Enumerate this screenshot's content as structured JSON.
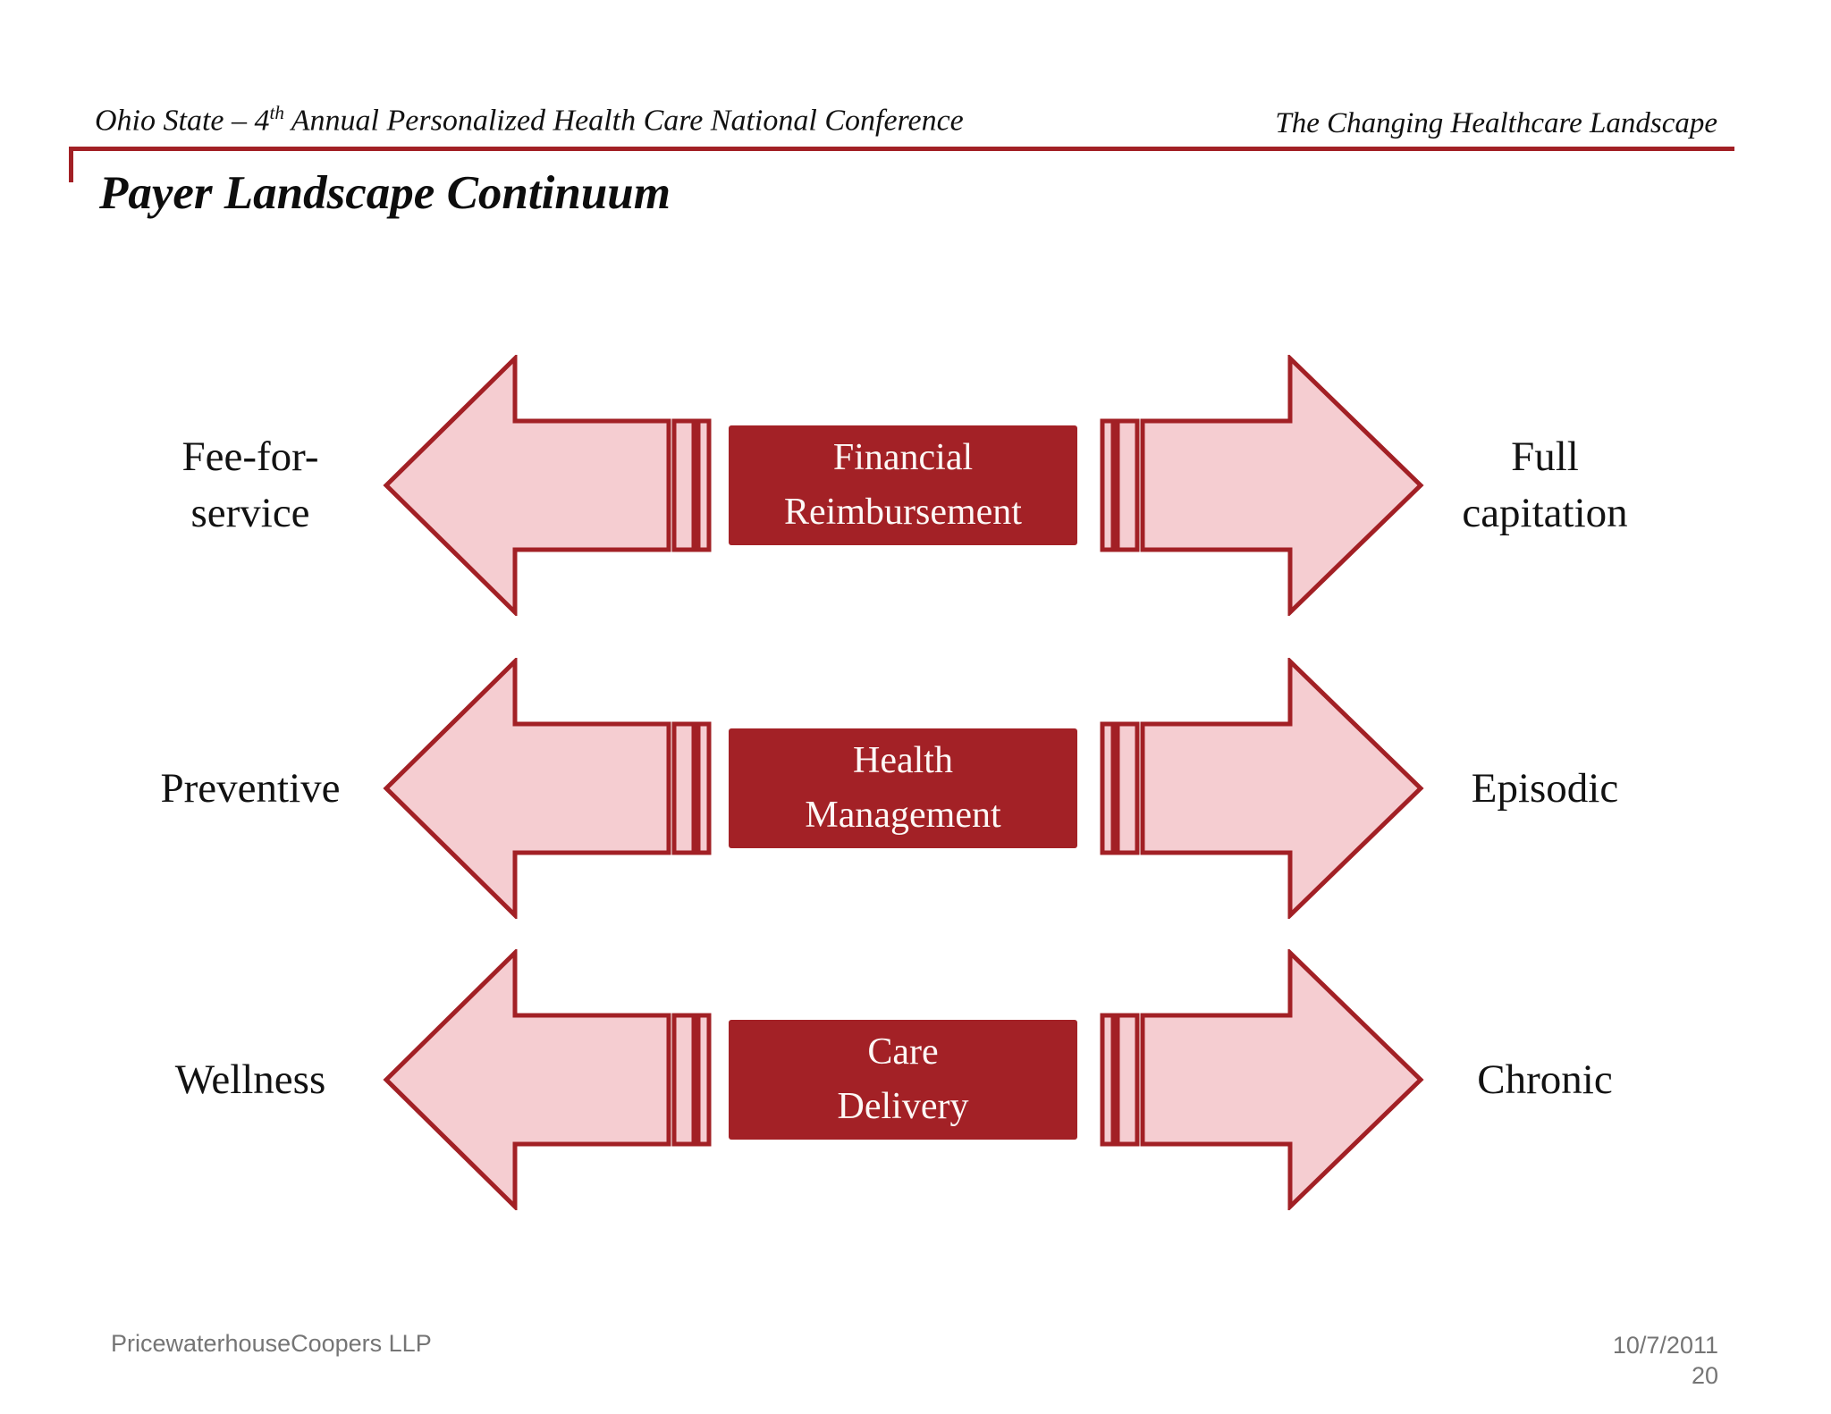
{
  "header": {
    "left_prefix": "Ohio State – 4",
    "left_sup": "th",
    "left_suffix": " Annual Personalized Health Care National Conference",
    "right": "The Changing Healthcare Landscape"
  },
  "title": "Payer Landscape Continuum",
  "diagram": {
    "rows": [
      {
        "left_label": "Fee-for-\nservice",
        "box_label": "Financial\nReimbursement",
        "right_label": "Full\ncapitation"
      },
      {
        "left_label": "Preventive",
        "box_label": "Health\nManagement",
        "right_label": "Episodic"
      },
      {
        "left_label": "Wellness",
        "box_label": "Care\nDelivery",
        "right_label": "Chronic"
      }
    ]
  },
  "footer": {
    "company": "PricewaterhouseCoopers LLP",
    "date": "10/7/2011",
    "page": "20"
  },
  "colors": {
    "box_red": "#A32126",
    "arrow_fill": "#F5CDD1",
    "arrow_stroke": "#A22025",
    "rule_red": "#A22025",
    "text_black": "#111111",
    "footer_gray": "#757575"
  }
}
